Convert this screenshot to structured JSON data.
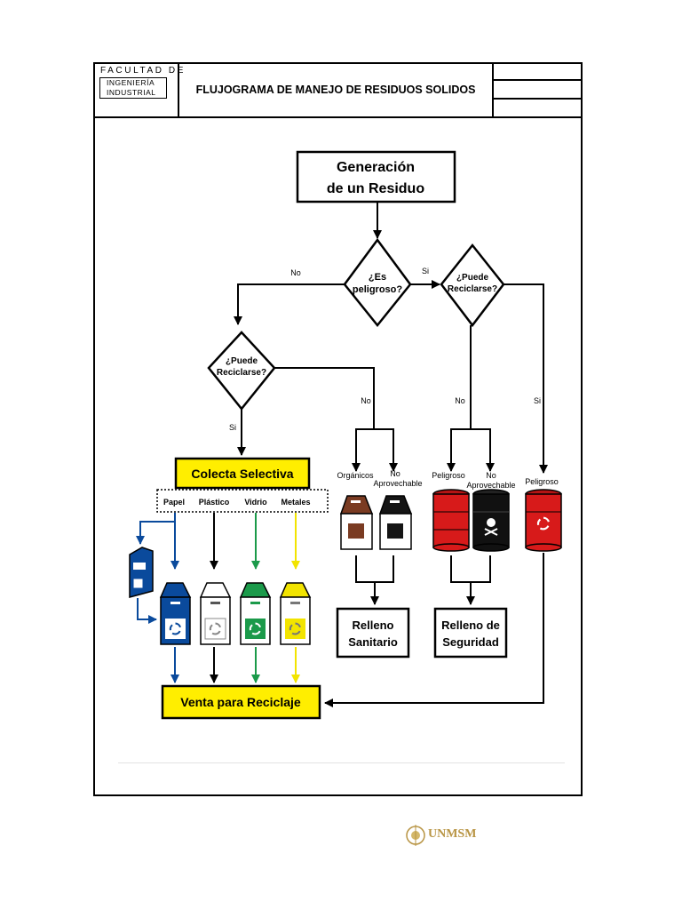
{
  "header": {
    "logo_line1": "FACULTAD DE",
    "logo_line2": "INGENIERÍA",
    "logo_line3": "INDUSTRIAL",
    "title": "FLUJOGRAMA DE MANEJO DE RESIDUOS SOLIDOS"
  },
  "flow": {
    "start_line1": "Generación",
    "start_line2": "de un Residuo",
    "q_peligroso_line1": "¿Es",
    "q_peligroso_line2": "peligroso?",
    "q_reciclar_line1": "¿Puede",
    "q_reciclar_line2": "Reciclarse?",
    "no": "No",
    "si": "Si",
    "colecta": "Colecta Selectiva",
    "papel": "Papel",
    "plastico": "Plástico",
    "vidrio": "Vidrio",
    "metales": "Metales",
    "organicos": "Orgánicos",
    "no_aprovechable_line1": "No",
    "no_aprovechable_line2": "Aprovechable",
    "peligroso": "Peligroso",
    "relleno_sanitario_line1": "Relleno",
    "relleno_sanitario_line2": "Sanitario",
    "relleno_seguridad_line1": "Relleno de",
    "relleno_seguridad_line2": "Seguridad",
    "venta": "Venta para Reciclaje"
  },
  "colors": {
    "highlight_yellow": "#ffee00",
    "papel_blue": "#0a4a9c",
    "vidrio_green": "#1b9a4a",
    "metales_yellow": "#f2e400",
    "organicos_brown": "#7a3b22",
    "barrel_red": "#d71a1a",
    "unmsm_gold": "#b89443"
  },
  "footer": {
    "brand": "UNMSM"
  }
}
